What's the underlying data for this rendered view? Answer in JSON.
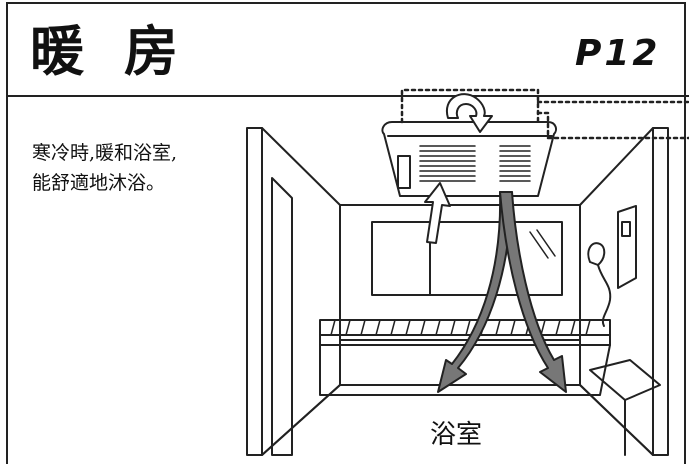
{
  "header": {
    "title": "暖房",
    "page_ref": "P12"
  },
  "description": {
    "lines": [
      "寒冷時,暖和浴室,",
      "能舒適地沐浴。"
    ]
  },
  "illustration": {
    "room_label": "浴室"
  }
}
